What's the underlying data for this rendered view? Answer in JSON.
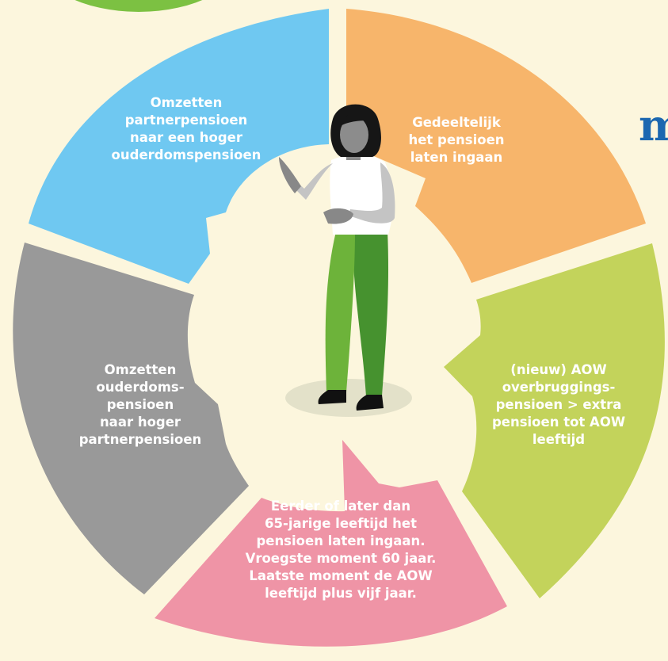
{
  "colors": {
    "background": "#fcf6dd",
    "blue": "#6fc8f1",
    "orange": "#f7b56b",
    "green": "#c3d35b",
    "pink": "#ef94a6",
    "gray": "#999999",
    "top_circle": "#7cc142",
    "title_letter": "#1b67b0"
  },
  "edge_letter": "m",
  "segments": {
    "blue": "Omzetten\npartnerpensioen\nnaar een hoger\nouderdomspensioen",
    "orange": "Gedeeltelijk\nhet pensioen\nlaten ingaan",
    "green": "(nieuw) AOW\noverbruggings-\npensioen > extra\npensioen tot AOW\nleeftijd",
    "gray": "Omzetten\nouderdoms-\npensioen\nnaar hoger\npartnerpensioen",
    "pink": "Eerder of later dan\n65-jarige leeftijd het\npensioen laten ingaan.\nVroegste moment 60 jaar.\nLaatste moment de AOW\nleeftijd plus vijf jaar."
  }
}
